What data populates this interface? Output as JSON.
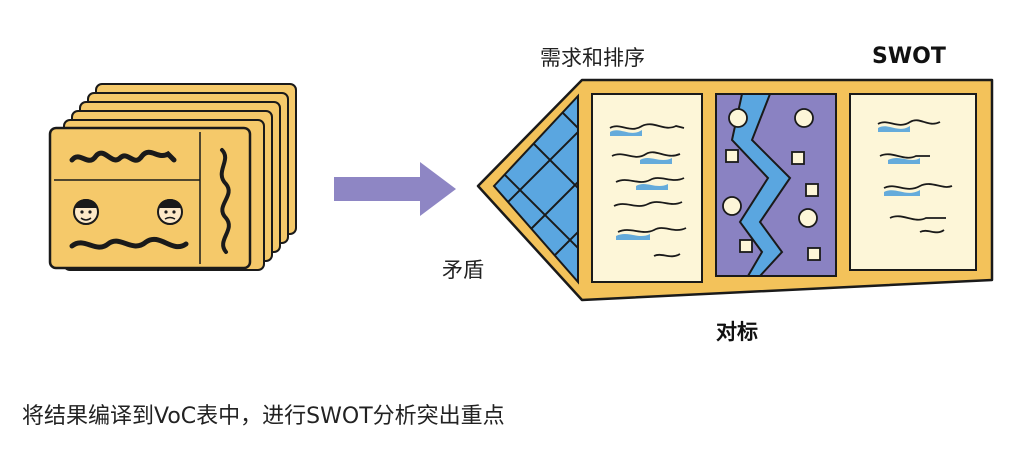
{
  "labels": {
    "demand_ranking": "需求和排序",
    "swot": "SWOT",
    "conflict": "矛盾",
    "benchmark": "对标"
  },
  "caption": "将结果编译到VoC表中，进行SWOT分析突出重点",
  "colors": {
    "card_fill": "#f5c96a",
    "card_border": "#1a1a1a",
    "arrow": "#8e86c4",
    "board_fill": "#f3c25a",
    "panel_fill": "#fdf6d8",
    "benchmark_fill": "#8a82c2",
    "roof_blue": "#5aa6e0",
    "wave_blue": "#4b9fdc"
  }
}
